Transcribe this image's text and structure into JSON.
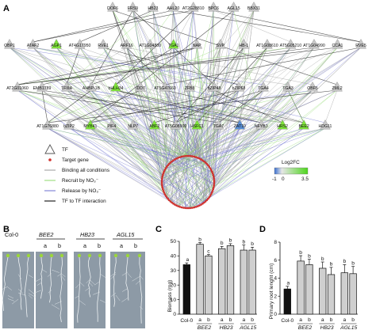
{
  "panel_a": {
    "label": "A",
    "tier1": [
      "DOF6",
      "FRS9",
      "HB23",
      "AHL20",
      "AT2G28810",
      "BPC6",
      "AGL15",
      "BBX31"
    ],
    "tier2": [
      "OBP1",
      "ATAF2",
      "AGP1",
      "AT4G17950",
      "RVE1",
      "ARF16",
      "AT1G04880",
      "TGA1",
      "NAP",
      "SVP",
      "HB-1",
      "AT1G08610",
      "AT5G05210",
      "AT1G04990",
      "CCA1",
      "RVE5"
    ],
    "tier3": [
      "AT2G01060",
      "EMB1789",
      "TFIIIA",
      "AHBP-1B",
      "bHLH34",
      "IDD7",
      "AT5G47660",
      "ZFB8",
      "bZIP48",
      "bZIP68",
      "TGA4",
      "TGA3",
      "OBF5",
      "ZML2"
    ],
    "tier4": [
      "AT1G76880",
      "bZIP2",
      "MYB41",
      "PIF4",
      "NLP7",
      "ABF2",
      "AT5G08900",
      "HSFC1",
      "TGA7",
      "ZAT10",
      "NFYB3",
      "HRS2",
      "BEE2",
      "HDG11"
    ],
    "node_fill": {
      "green": [
        "AGP1",
        "TGA1",
        "MYB41",
        "BEE2",
        "HRS2",
        "ABF2",
        "HSFC1",
        "bHLH34"
      ],
      "blue": [
        "ZAT10"
      ]
    },
    "legend": {
      "tf": "TF",
      "target": "Target gene",
      "binding": "Binding all conditions",
      "recruit": "Recruit by NO₃⁻",
      "release": "Release by NO₃⁻",
      "tf_to_tf": "TF to TF interaction",
      "colorbar_title": "Log2FC",
      "colorbar_ticks": [
        "-1",
        "0",
        "3.5"
      ]
    },
    "colors": {
      "node_grey": "#c8c8c8",
      "node_green": "#7fe33a",
      "node_blue": "#5a8fd6",
      "target_red": "#d0312d",
      "edge_grey": "#9a9a9a",
      "edge_green": "#8ed96b",
      "edge_blue": "#6b6fcf",
      "edge_black": "#222222"
    }
  },
  "panel_b": {
    "label": "B",
    "genotypes": [
      "Col-0",
      "BEE2",
      "HB23",
      "AGL15"
    ],
    "line_labels": [
      "a",
      "b",
      "a",
      "b",
      "a",
      "b"
    ]
  },
  "panel_c": {
    "label": "C",
    "chart_data": {
      "type": "bar",
      "ylabel": "Biomass (mg)",
      "ylim": [
        0,
        50
      ],
      "yticks": [
        0,
        10,
        20,
        30,
        40,
        50
      ],
      "groups": [
        "Col-0",
        "BEE2",
        "HB23",
        "AGL15"
      ],
      "bar_groups": [
        "Col-0",
        "BEE2",
        "BEE2",
        "HB23",
        "HB23",
        "AGL15",
        "AGL15"
      ],
      "bar_labels": [
        "",
        "a",
        "b",
        "a",
        "b",
        "a",
        "b"
      ],
      "values": [
        34,
        48,
        40,
        45,
        47,
        44,
        44
      ],
      "errors": [
        1.2,
        1.2,
        1.0,
        1.5,
        1.4,
        3.5,
        2.0
      ],
      "significance": [
        "a",
        "b",
        "c",
        "b",
        "b",
        "b",
        "b"
      ]
    }
  },
  "panel_d": {
    "label": "D",
    "chart_data": {
      "type": "bar",
      "ylabel": "Primary root lenght (cm)",
      "ylim": [
        0,
        8
      ],
      "yticks": [
        0,
        2,
        4,
        6,
        8
      ],
      "groups": [
        "Col-0",
        "BEE2",
        "HB23",
        "AGL15"
      ],
      "bar_groups": [
        "Col-0",
        "BEE2",
        "BEE2",
        "HB23",
        "HB23",
        "AGL15",
        "AGL15"
      ],
      "bar_labels": [
        "",
        "a",
        "b",
        "a",
        "b",
        "a",
        "b"
      ],
      "values": [
        2.8,
        5.9,
        5.5,
        5.1,
        4.4,
        4.6,
        4.5
      ],
      "errors": [
        0.3,
        0.6,
        0.6,
        0.7,
        0.8,
        0.9,
        0.8
      ],
      "significance": [
        "a",
        "b",
        "b",
        "b",
        "b",
        "b",
        "b"
      ]
    }
  }
}
